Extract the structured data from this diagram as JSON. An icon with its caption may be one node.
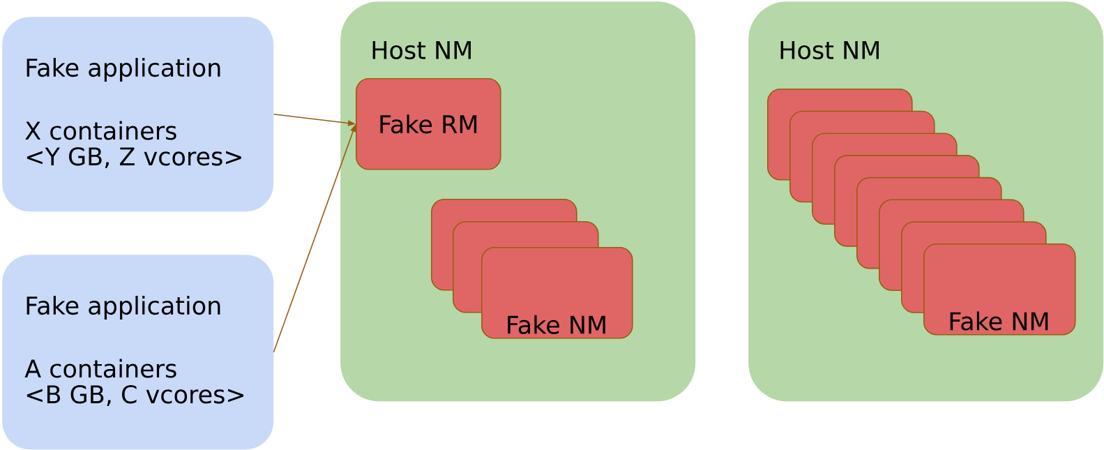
{
  "diagram": {
    "nodes": [
      {
        "text": [
          "Fake application",
          "X containers",
          "<Y GB, Z vcores>"
        ]
      },
      {
        "text": [
          "Fake application",
          "A containers",
          "<B GB, C vcores>"
        ]
      },
      {
        "text": [
          "Host NM"
        ]
      },
      {
        "text": [
          "Fake RM"
        ],
        "in": 2
      },
      {
        "text": [],
        "shape": "box",
        "in": 2
      },
      {
        "text": [],
        "shape": "box",
        "in": 2
      },
      {
        "text": [
          "Fake NM"
        ],
        "in": 2
      },
      {
        "text": [
          "Host NM"
        ]
      },
      {
        "text": [],
        "shape": "box",
        "in": 7
      },
      {
        "text": [],
        "shape": "box",
        "in": 7
      },
      {
        "text": [],
        "shape": "box",
        "in": 7
      },
      {
        "text": [],
        "shape": "box",
        "in": 7
      },
      {
        "text": [],
        "shape": "box",
        "in": 7
      },
      {
        "text": [],
        "shape": "box",
        "in": 7
      },
      {
        "text": [],
        "shape": "box",
        "in": 7
      },
      {
        "text": [
          "Fake NM"
        ],
        "in": 7
      }
    ],
    "edges": [
      {
        "from": 0,
        "to": 3,
        "arrow": "to"
      },
      {
        "from": 1,
        "to": 3,
        "arrow": "to"
      }
    ]
  }
}
